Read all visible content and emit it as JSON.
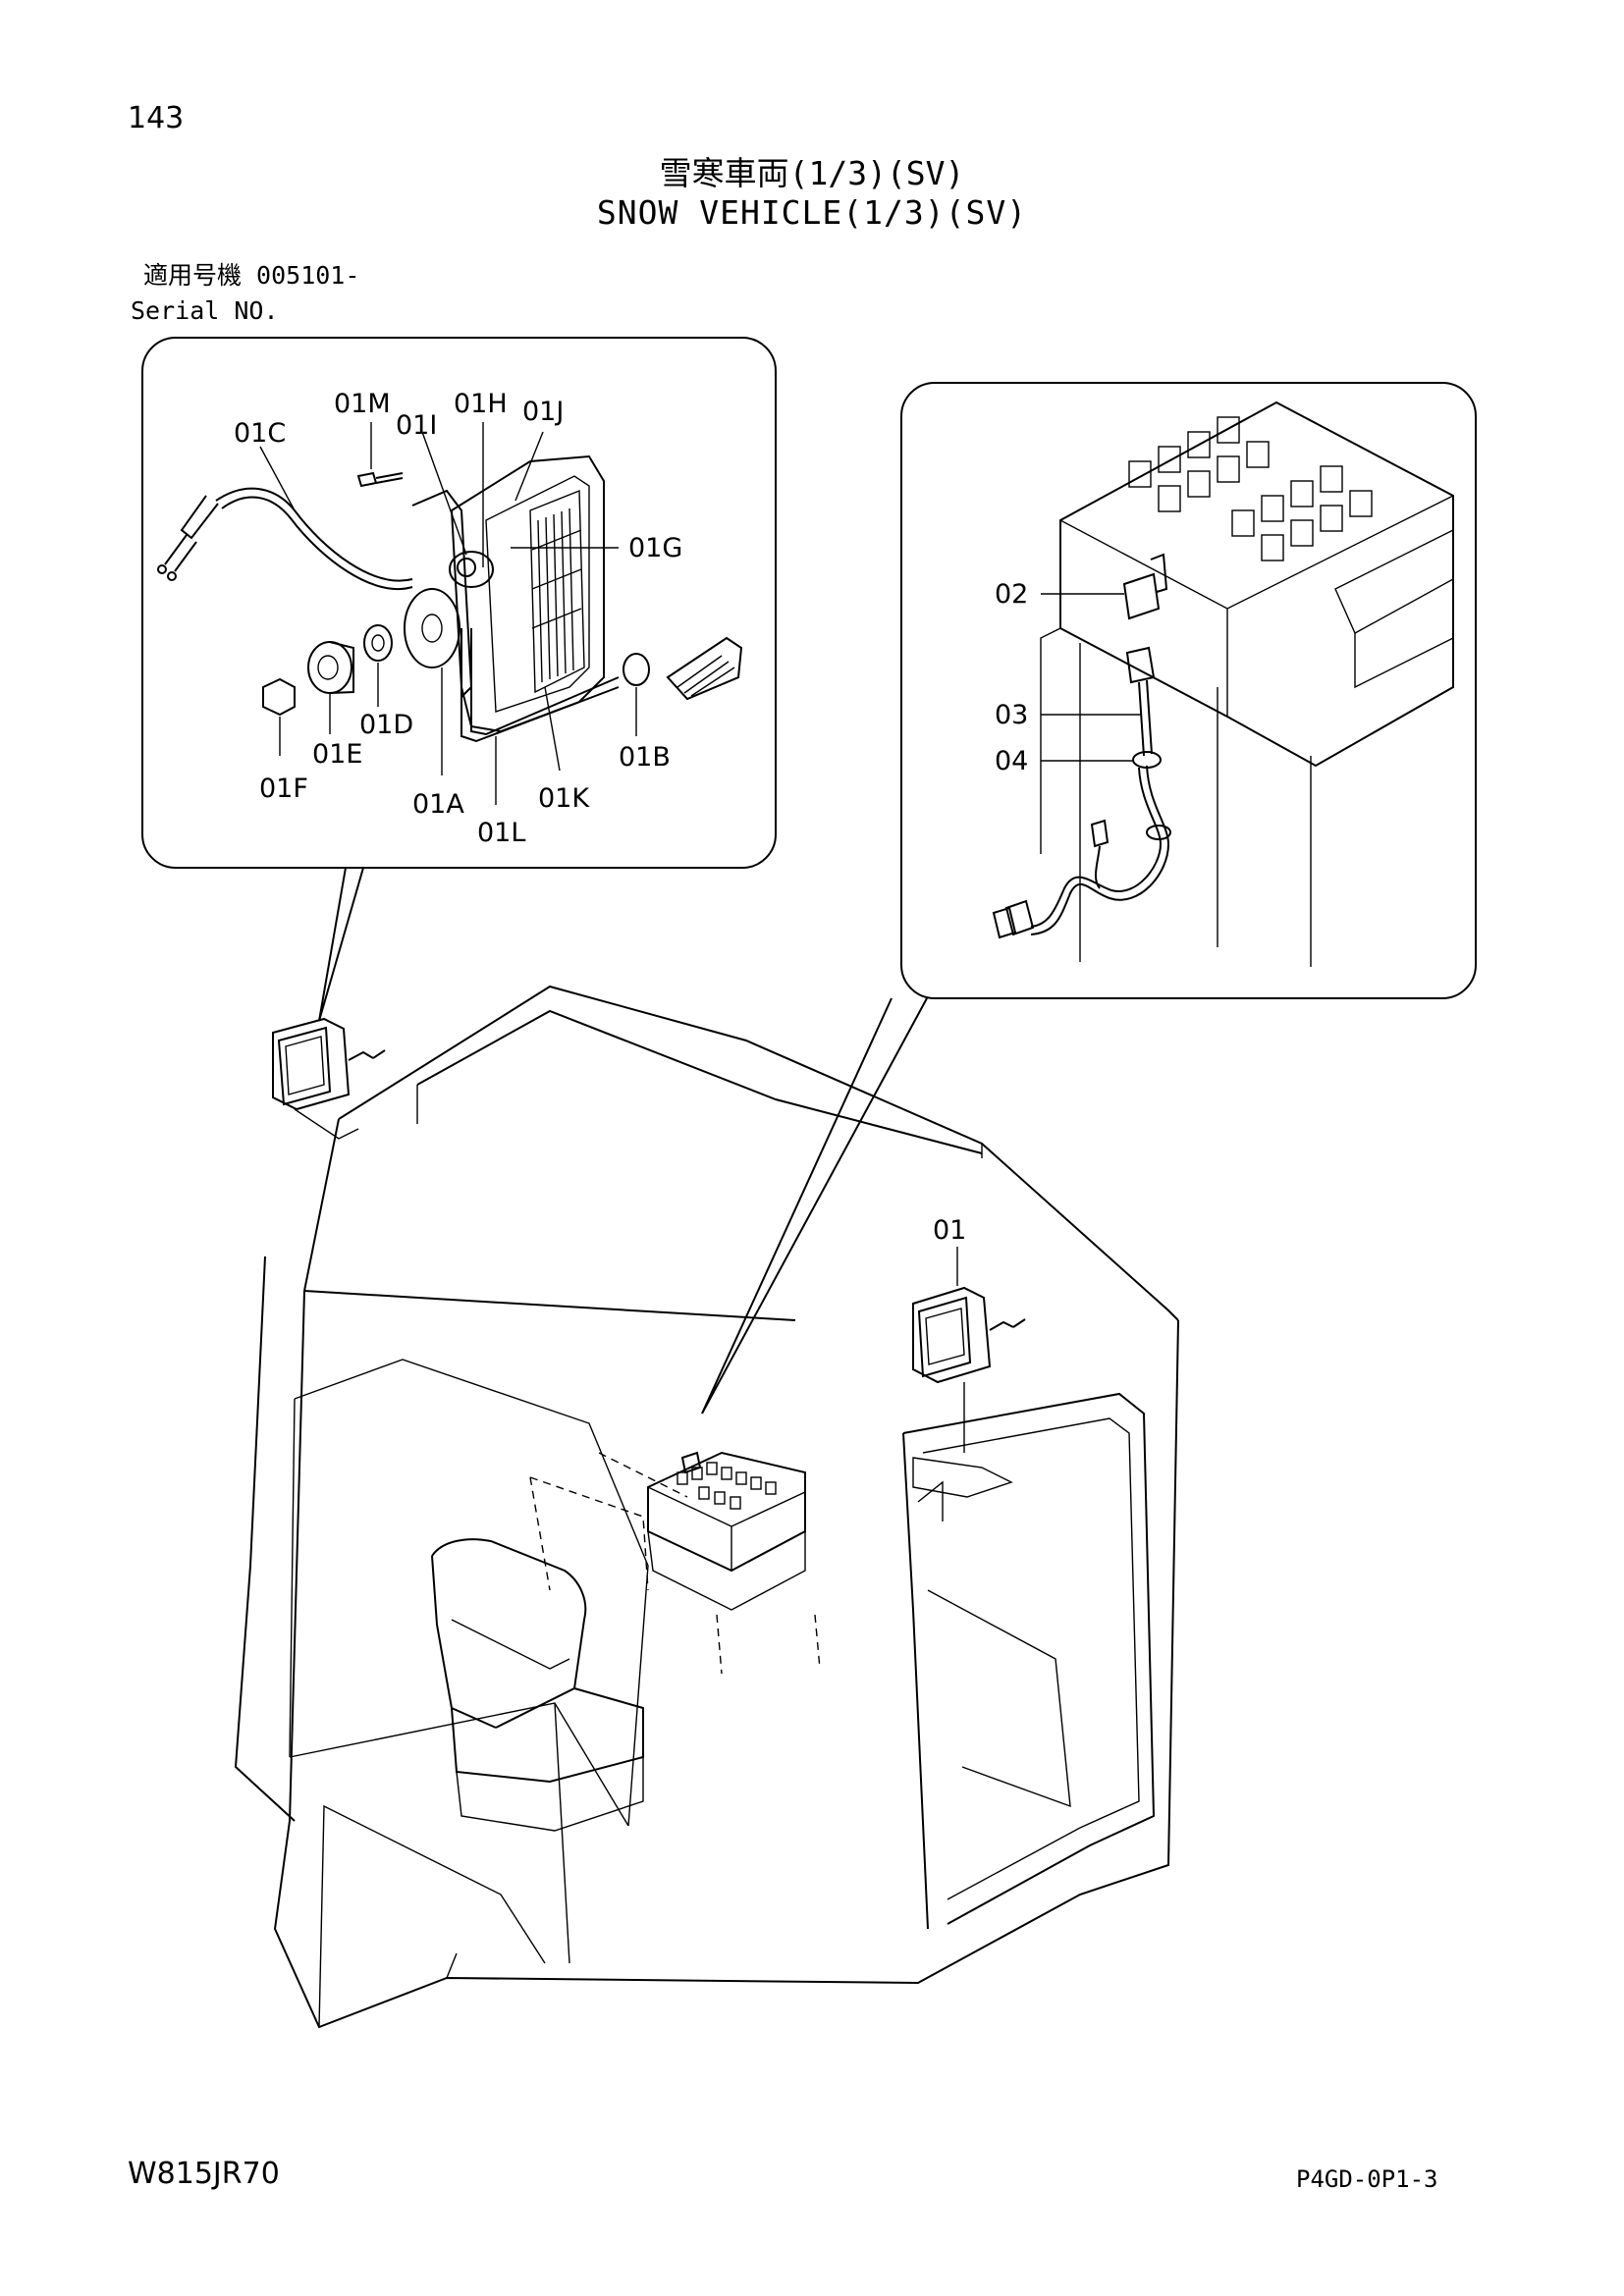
{
  "page": {
    "number": "143",
    "title_jp": "雪寒車両(1/3)(SV)",
    "title_en": "SNOW VEHICLE(1/3)(SV)",
    "serial_label_jp": "適用号機 005101-",
    "serial_label_en": "Serial NO.",
    "footer_left": "W815JR70",
    "footer_right": "P4GD-0P1-3"
  },
  "callouts": {
    "c01M": "01M",
    "c01H": "01H",
    "c01J": "01J",
    "c01I": "01I",
    "c01C": "01C",
    "c01G": "01G",
    "c01D": "01D",
    "c01E": "01E",
    "c01F": "01F",
    "c01A": "01A",
    "c01L": "01L",
    "c01K": "01K",
    "c01B": "01B",
    "c02": "02",
    "c03": "03",
    "c04": "04",
    "c01": "01"
  }
}
